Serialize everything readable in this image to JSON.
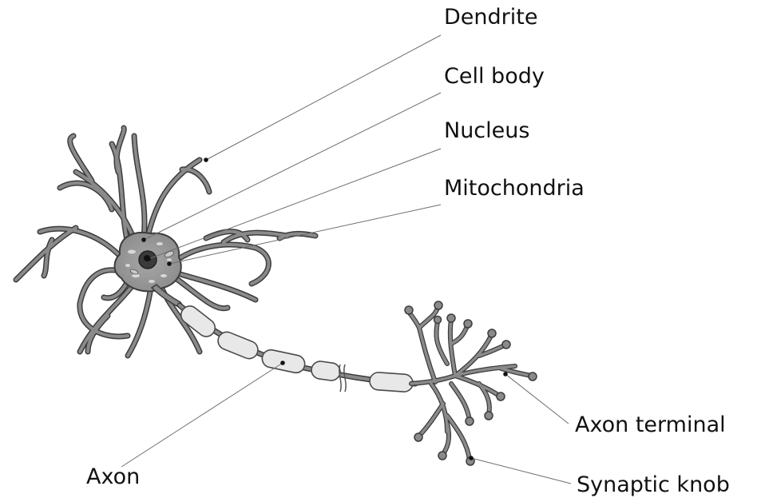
{
  "labels": {
    "dendrite": "Dendrite",
    "cell_body": "Cell body",
    "nucleus": "Nucleus",
    "mitochondria": "Mitochondria",
    "axon_terminal": "Axon terminal",
    "synaptic_knob": "Synaptic knob",
    "axon": "Axon"
  },
  "colors": {
    "neuron": "#8a8a8a",
    "neuron_stroke": "#3c3c3c",
    "myelin": "#e8e8e8",
    "nucleus": "#3a3a3a",
    "leader": "#6e6e6e"
  }
}
